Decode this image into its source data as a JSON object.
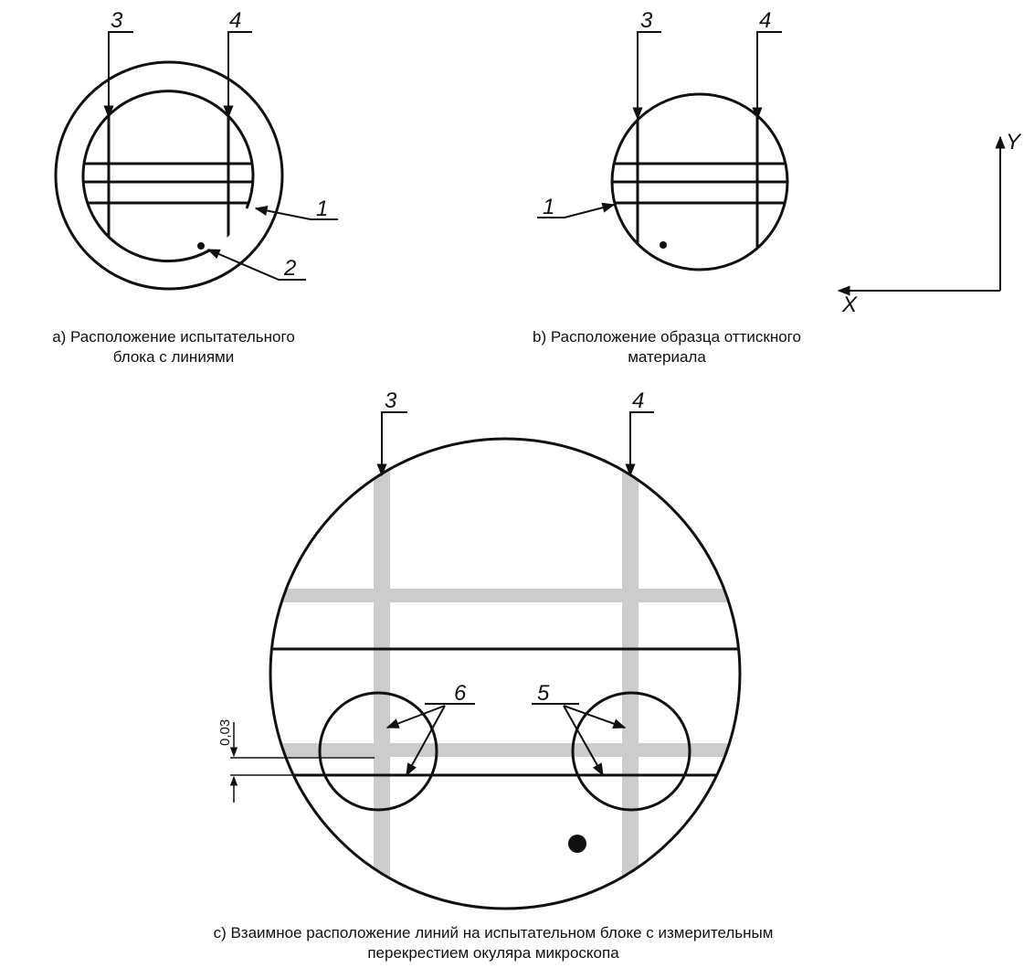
{
  "captions": {
    "a": [
      "a) Расположение испытательного",
      "блока с линиями"
    ],
    "b": [
      "b) Расположение образца оттискного",
      "материала"
    ],
    "c": [
      "c) Взаимное расположение линий на испытательном блоке с измерительным",
      "перекрестием окуляра микроскопа"
    ]
  },
  "labels": {
    "one": "1",
    "two": "2",
    "three": "3",
    "four": "4",
    "five": "5",
    "six": "6"
  },
  "axes": {
    "x": "X",
    "y": "Y"
  },
  "dimension": "0,03"
}
